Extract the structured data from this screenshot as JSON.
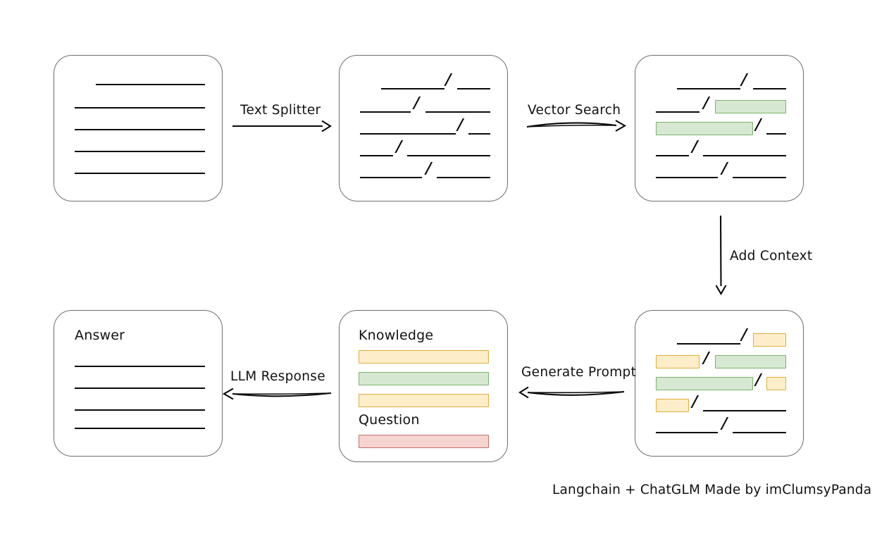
{
  "diagram": {
    "title_note": "Langchain + ChatGLM Made by imClumsyPanda",
    "nodes": [
      {
        "id": "source-document",
        "label": "",
        "role": "raw document",
        "lines": 5,
        "highlights": []
      },
      {
        "id": "split-document",
        "label": "",
        "role": "split text chunks",
        "lines": 5,
        "separator": "/",
        "highlights": []
      },
      {
        "id": "vector-matched-document",
        "label": "",
        "role": "chunks with vector search matches",
        "lines": 5,
        "separator": "/",
        "highlights": [
          "green",
          "green"
        ]
      },
      {
        "id": "context-document",
        "label": "",
        "role": "chunks with context added",
        "lines": 5,
        "separator": "/",
        "highlights": [
          "yellow",
          "yellow",
          "green",
          "green",
          "yellow",
          "yellow"
        ]
      },
      {
        "id": "prompt-box",
        "knowledge_label": "Knowledge",
        "question_label": "Question",
        "knowledge_bars": [
          "yellow",
          "green",
          "yellow"
        ],
        "question_bars": [
          "red"
        ]
      },
      {
        "id": "answer-box",
        "label": "Answer",
        "lines": 4
      }
    ],
    "edges": [
      {
        "id": "edge-text-splitter",
        "label": "Text Splitter",
        "direction": "right",
        "style": "straight"
      },
      {
        "id": "edge-vector-search",
        "label": "Vector Search",
        "direction": "right",
        "style": "curved"
      },
      {
        "id": "edge-add-context",
        "label": "Add Context",
        "direction": "down",
        "style": "straight"
      },
      {
        "id": "edge-generate-prompt",
        "label": "Generate Prompt",
        "direction": "left",
        "style": "curved"
      },
      {
        "id": "edge-llm-response",
        "label": "LLM Response",
        "direction": "left",
        "style": "curved"
      }
    ],
    "colors": {
      "green_fill": "#d6e8d1",
      "green_stroke": "#7cb26a",
      "yellow_fill": "#fdeec9",
      "yellow_stroke": "#dfae3b",
      "red_fill": "#f5d3d1",
      "red_stroke": "#c4706b",
      "box_stroke": "#6e6e6e",
      "rule_stroke": "#0a0a0a",
      "background": "#ffffff"
    }
  }
}
